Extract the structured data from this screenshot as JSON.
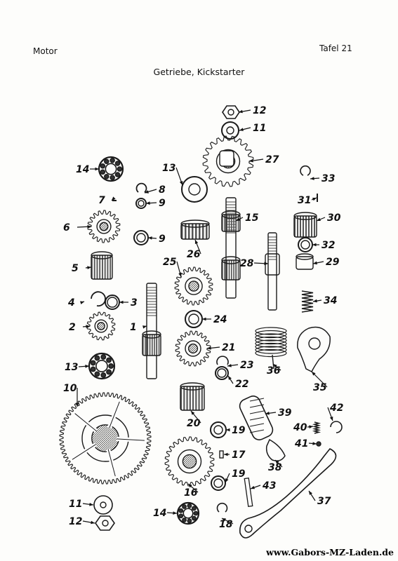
{
  "header": {
    "section": "Motor",
    "plate": "Tafel 21",
    "subtitle": "Getriebe, Kickstarter"
  },
  "footer": {
    "website": "www.Gabors-MZ-Laden.de"
  },
  "parts": [
    {
      "id": "p12a",
      "label": "12",
      "icon": "nut-icon"
    },
    {
      "id": "p11a",
      "label": "11",
      "icon": "washer-icon"
    },
    {
      "id": "p27",
      "label": "27",
      "icon": "sprocket-icon"
    },
    {
      "id": "p14a",
      "label": "14",
      "icon": "bearing-icon"
    },
    {
      "id": "p13a",
      "label": "13",
      "icon": "bearing-icon"
    },
    {
      "id": "p8",
      "label": "8",
      "icon": "circlip-icon"
    },
    {
      "id": "p9a",
      "label": "9",
      "icon": "washer-icon"
    },
    {
      "id": "p7",
      "label": "7",
      "icon": "pin-icon"
    },
    {
      "id": "p6",
      "label": "6",
      "icon": "gear-icon"
    },
    {
      "id": "p9b",
      "label": "9",
      "icon": "washer-icon"
    },
    {
      "id": "p33",
      "label": "33",
      "icon": "circlip-icon"
    },
    {
      "id": "p31",
      "label": "31",
      "icon": "pin-icon"
    },
    {
      "id": "p30",
      "label": "30",
      "icon": "gear-icon"
    },
    {
      "id": "p15",
      "label": "15",
      "icon": "shaft-icon"
    },
    {
      "id": "p26",
      "label": "26",
      "icon": "clutch-dog-icon"
    },
    {
      "id": "p32",
      "label": "32",
      "icon": "washer-icon"
    },
    {
      "id": "p5",
      "label": "5",
      "icon": "gear-icon"
    },
    {
      "id": "p25",
      "label": "25",
      "icon": "gear-icon"
    },
    {
      "id": "p28",
      "label": "28",
      "icon": "shaft-icon"
    },
    {
      "id": "p29",
      "label": "29",
      "icon": "sleeve-icon"
    },
    {
      "id": "p4",
      "label": "4",
      "icon": "circlip-icon"
    },
    {
      "id": "p3",
      "label": "3",
      "icon": "ring-icon"
    },
    {
      "id": "p34",
      "label": "34",
      "icon": "spring-icon"
    },
    {
      "id": "p2",
      "label": "2",
      "icon": "gear-icon"
    },
    {
      "id": "p1",
      "label": "1",
      "icon": "shaft-icon"
    },
    {
      "id": "p24",
      "label": "24",
      "icon": "bushing-icon"
    },
    {
      "id": "p21",
      "label": "21",
      "icon": "gear-icon"
    },
    {
      "id": "p36",
      "label": "36",
      "icon": "torsion-spring-icon"
    },
    {
      "id": "p35",
      "label": "35",
      "icon": "cam-plate-icon"
    },
    {
      "id": "p13b",
      "label": "13",
      "icon": "bearing-icon"
    },
    {
      "id": "p23",
      "label": "23",
      "icon": "circlip-icon"
    },
    {
      "id": "p22",
      "label": "22",
      "icon": "ring-icon"
    },
    {
      "id": "p10",
      "label": "10",
      "icon": "crown-wheel-icon"
    },
    {
      "id": "p20",
      "label": "20",
      "icon": "gear-icon"
    },
    {
      "id": "p39",
      "label": "39",
      "icon": "rubber-grip-icon"
    },
    {
      "id": "p42",
      "label": "42",
      "icon": "circlip-icon"
    },
    {
      "id": "p40",
      "label": "40",
      "icon": "spring-icon"
    },
    {
      "id": "p19a",
      "label": "19",
      "icon": "washer-icon"
    },
    {
      "id": "p41",
      "label": "41",
      "icon": "ball-icon"
    },
    {
      "id": "p17",
      "label": "17",
      "icon": "pin-icon"
    },
    {
      "id": "p38",
      "label": "38",
      "icon": "kickstart-pedal-icon"
    },
    {
      "id": "p19b",
      "label": "19",
      "icon": "washer-icon"
    },
    {
      "id": "p43",
      "label": "43",
      "icon": "pin-icon"
    },
    {
      "id": "p16",
      "label": "16",
      "icon": "gear-icon"
    },
    {
      "id": "p37",
      "label": "37",
      "icon": "kickstart-lever-icon"
    },
    {
      "id": "p11b",
      "label": "11",
      "icon": "washer-icon"
    },
    {
      "id": "p14b",
      "label": "14",
      "icon": "bearing-icon"
    },
    {
      "id": "p12b",
      "label": "12",
      "icon": "nut-icon"
    },
    {
      "id": "p18",
      "label": "18",
      "icon": "circlip-icon"
    }
  ]
}
